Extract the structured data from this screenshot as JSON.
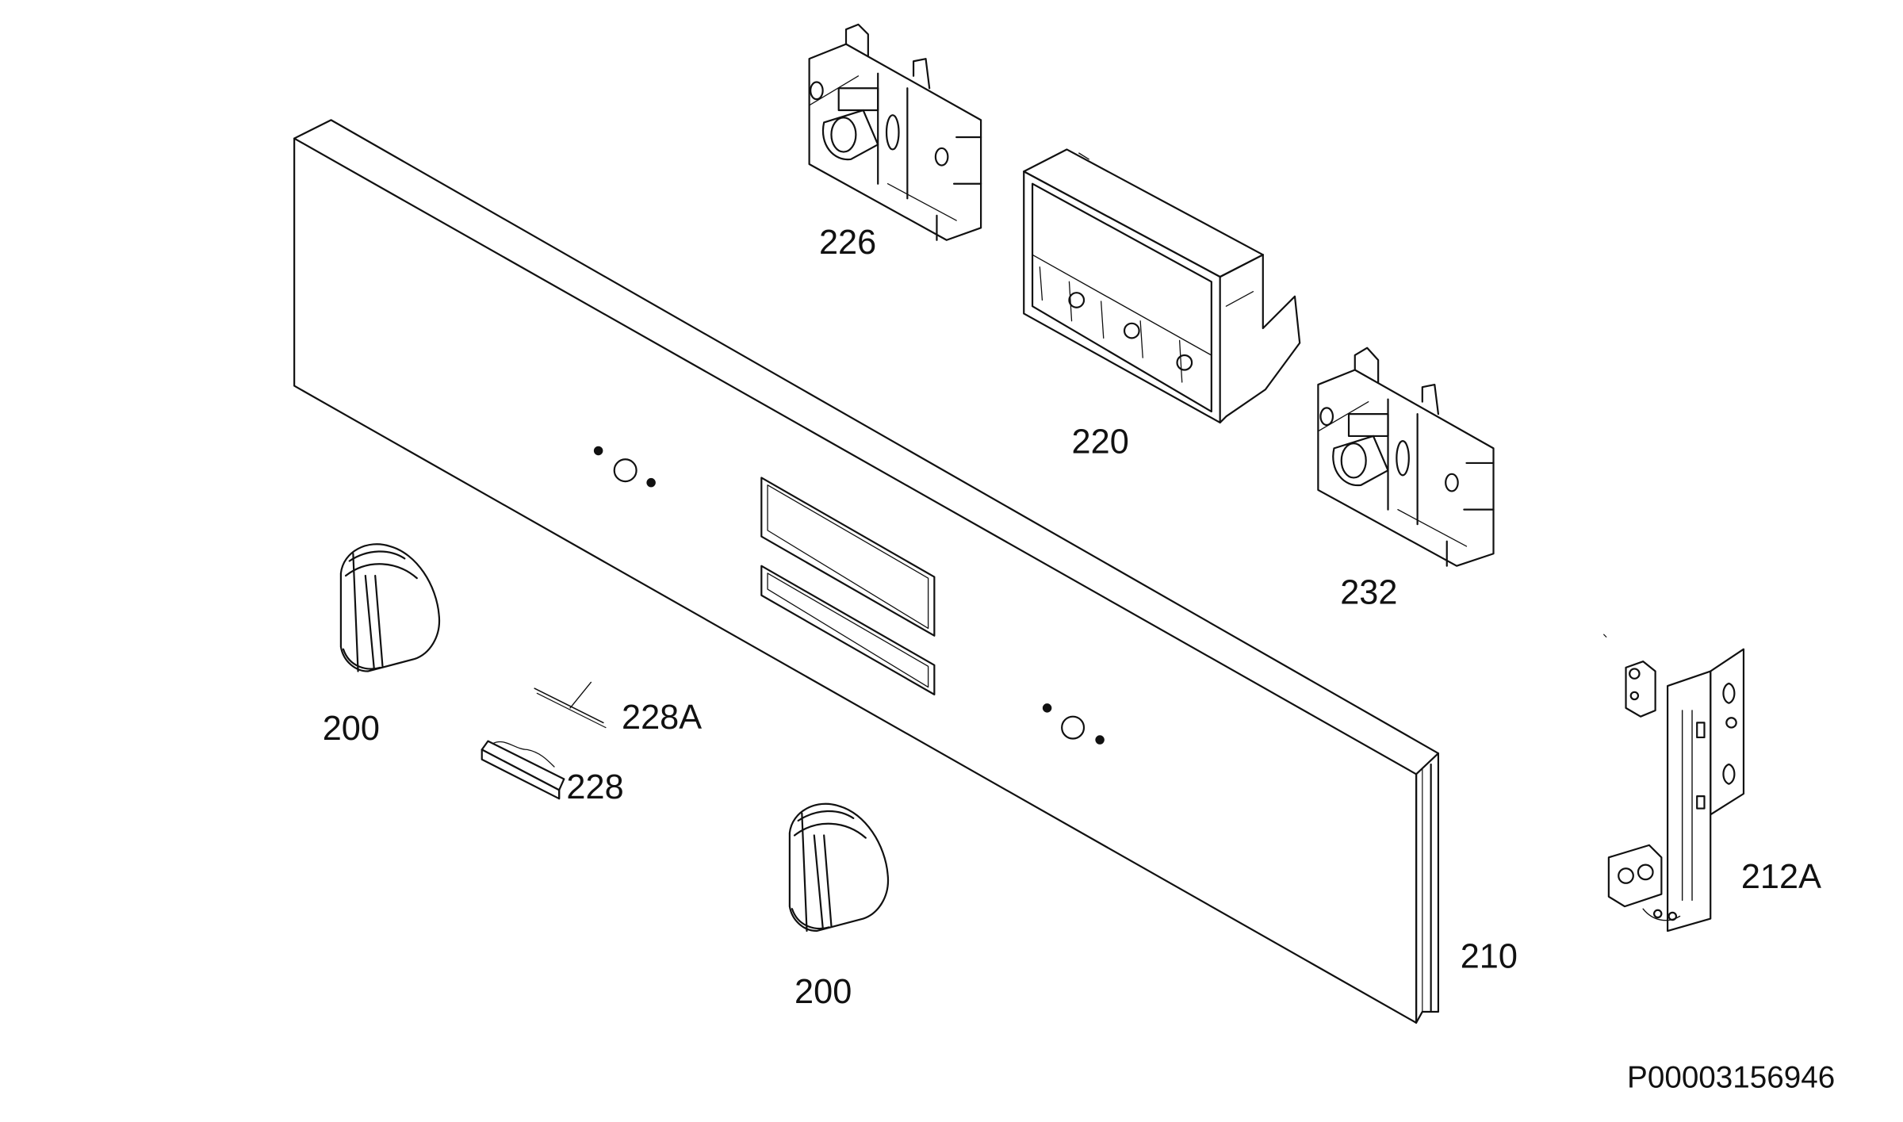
{
  "labels": {
    "knob_upper": "200",
    "knob_lower": "200",
    "bracket_top": "226",
    "housing": "220",
    "bracket_right": "232",
    "panel": "210",
    "hinge": "212A",
    "clip_spring": "228A",
    "clip": "228"
  },
  "document_id": "P00003156946",
  "colors": {
    "line": "#111111",
    "background": "#ffffff"
  }
}
